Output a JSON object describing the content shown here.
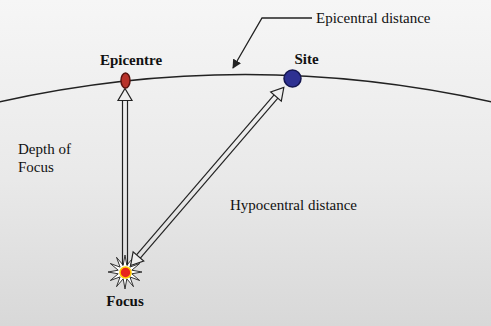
{
  "diagram": {
    "nodes": [
      {
        "text": [
          "Epicentre"
        ]
      },
      {
        "text": [
          "Site"
        ]
      },
      {
        "text": [
          "Focus"
        ]
      }
    ],
    "edges": [
      {
        "from": 2,
        "to": 0,
        "arrow": "to",
        "label": "Depth of Focus"
      },
      {
        "from": 2,
        "to": 1,
        "arrow": "both",
        "label": "Hypocentral distance"
      }
    ],
    "labels": [
      "Epicentral distance"
    ]
  }
}
